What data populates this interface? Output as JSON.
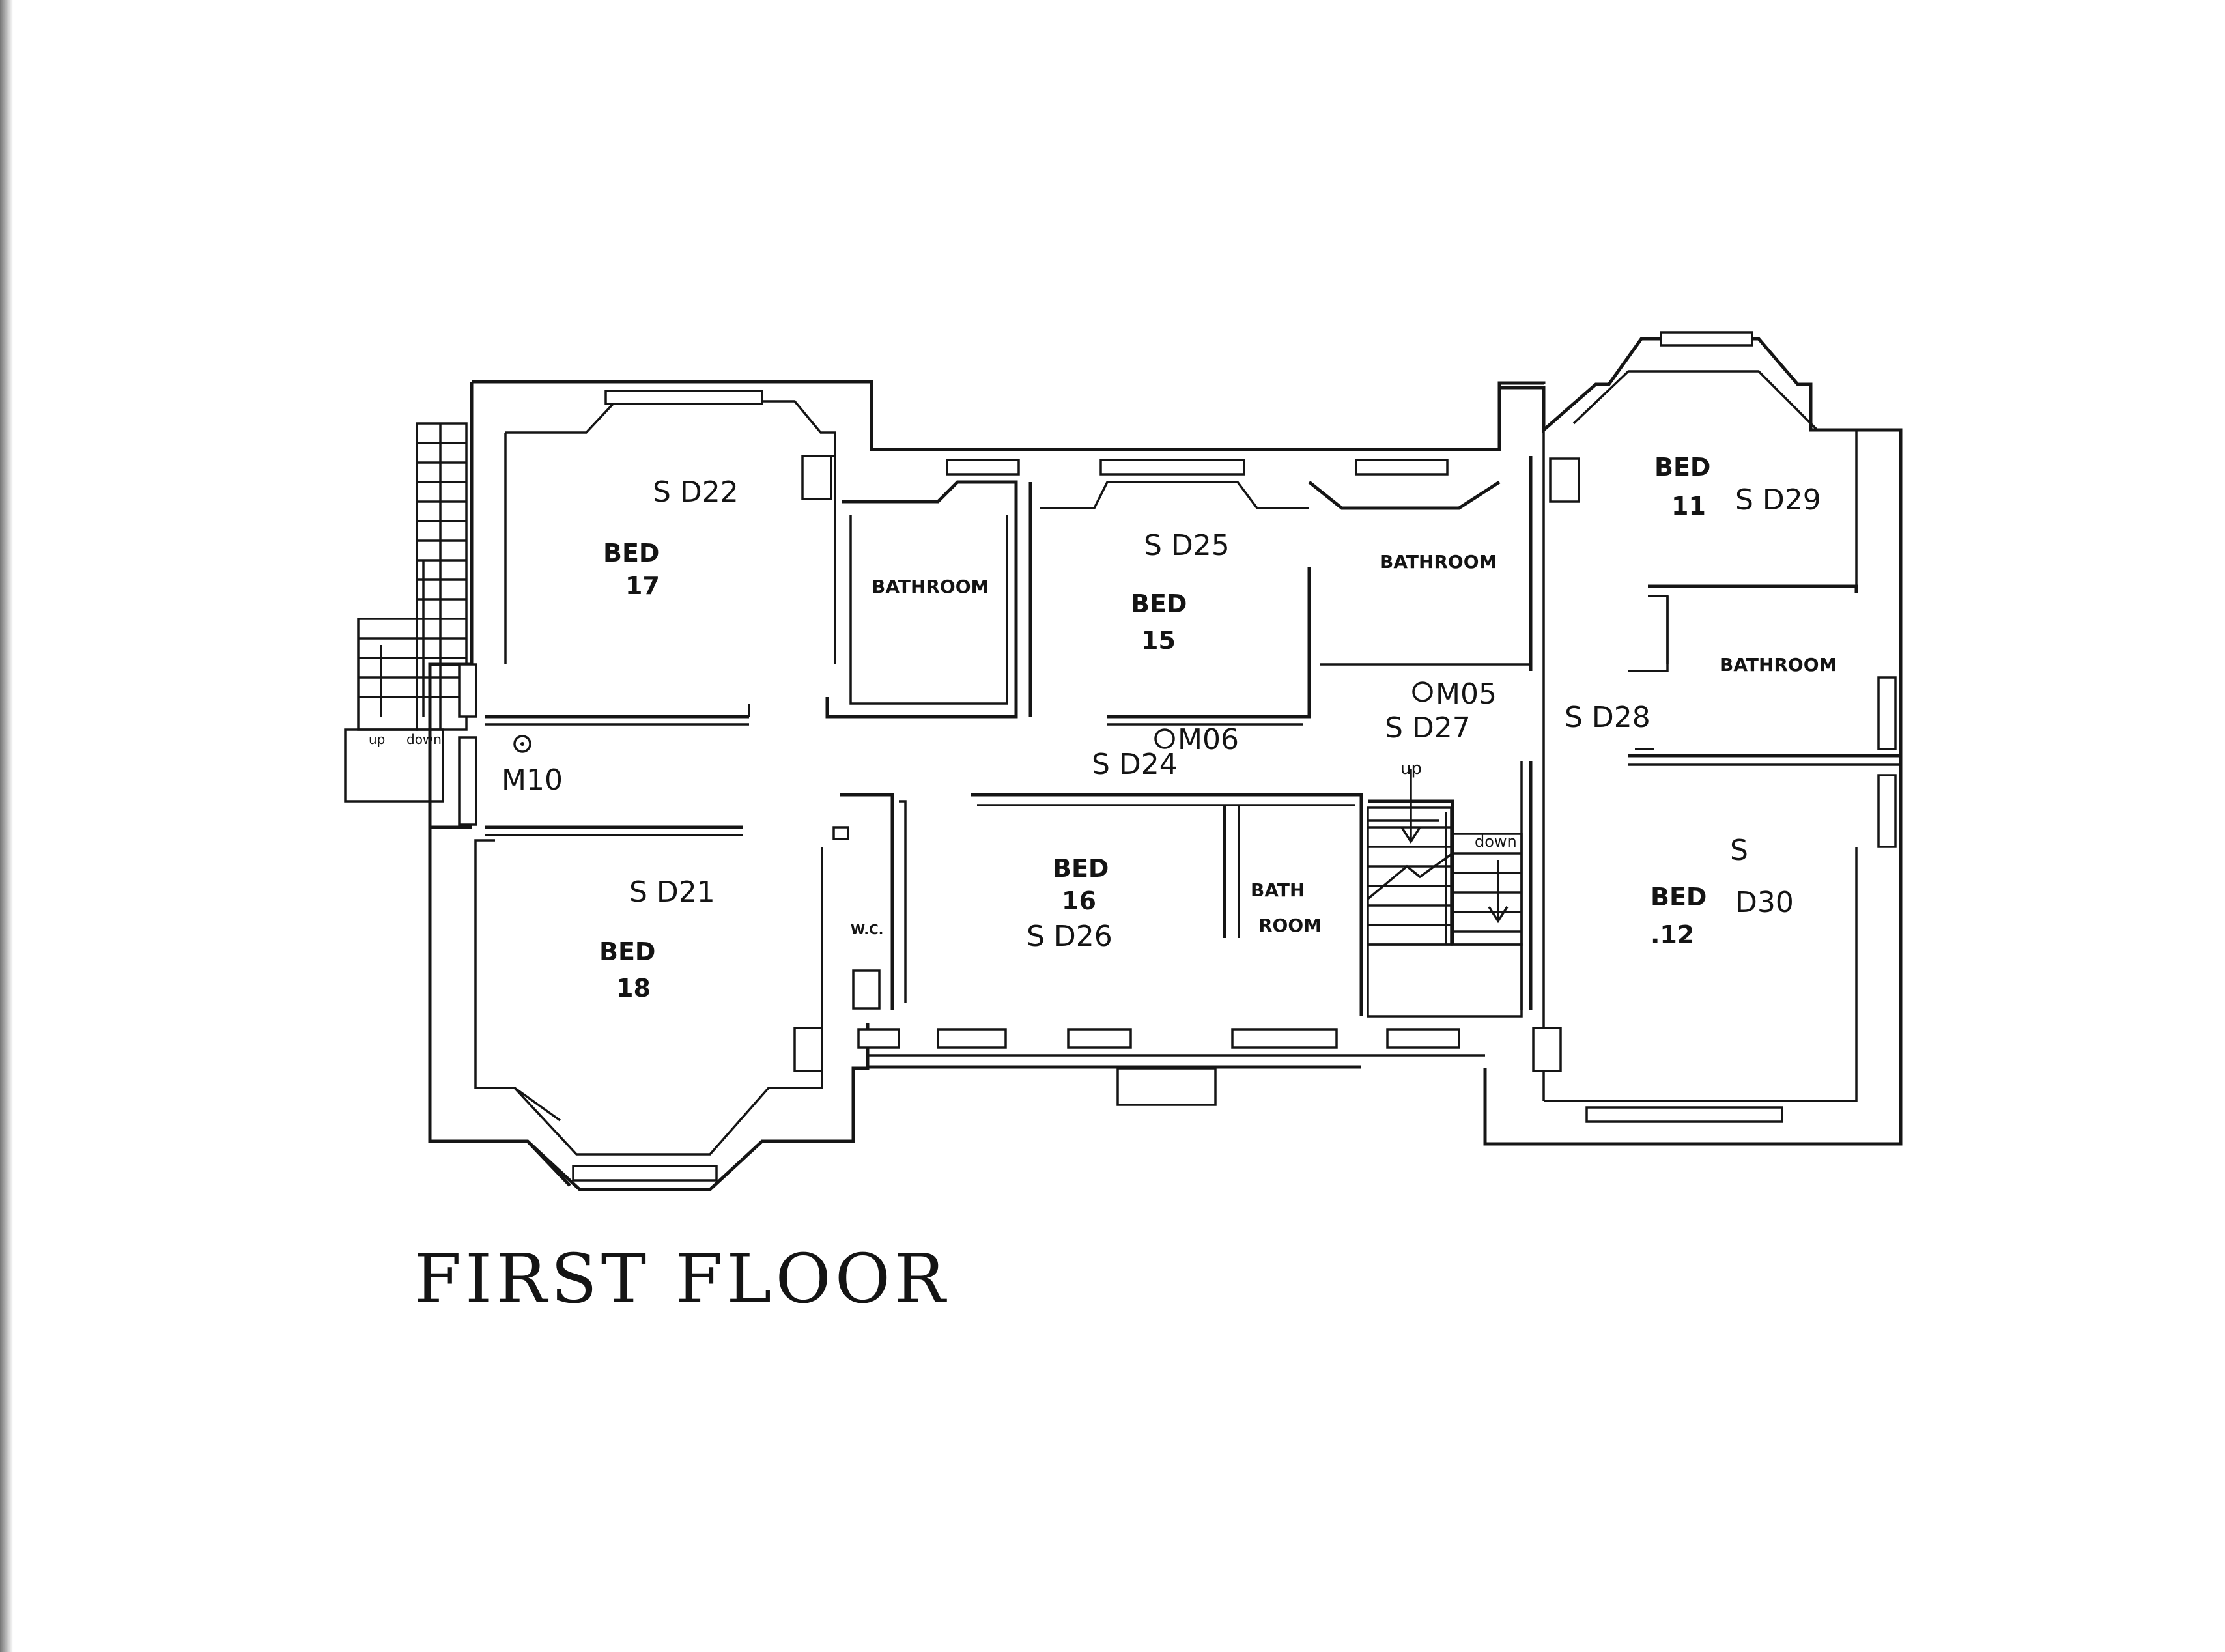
{
  "title": "FIRST FLOOR",
  "rooms": {
    "bed17": {
      "name": "BED",
      "num": "17",
      "code": "S D22"
    },
    "bed18": {
      "name": "BED",
      "num": "18",
      "code": "S D21"
    },
    "bed15": {
      "name": "BED",
      "num": "15",
      "code": "S D25"
    },
    "bed16": {
      "name": "BED",
      "num": "16",
      "code": "S D26"
    },
    "bed11": {
      "name": "BED",
      "num": "11",
      "code": "S D29"
    },
    "bed12": {
      "name": "BED",
      "num": ".12",
      "code": "S",
      "code2": "D30"
    },
    "bath_a": {
      "name": "BATHROOM"
    },
    "bath_b": {
      "name": "BATHROOM"
    },
    "bath_c": {
      "name": "BATHROOM"
    },
    "bath_d": {
      "name": "BATH",
      "name2": "ROOM"
    },
    "wc": {
      "name": "W.C."
    }
  },
  "codes": {
    "d24": "S D24",
    "d27": "S D27",
    "d28": "S D28",
    "m10": "M10",
    "m06": "M06",
    "m05": "M05"
  },
  "stairs": {
    "up": "up",
    "down": "down",
    "ext_up": "up",
    "ext_down": "down"
  }
}
